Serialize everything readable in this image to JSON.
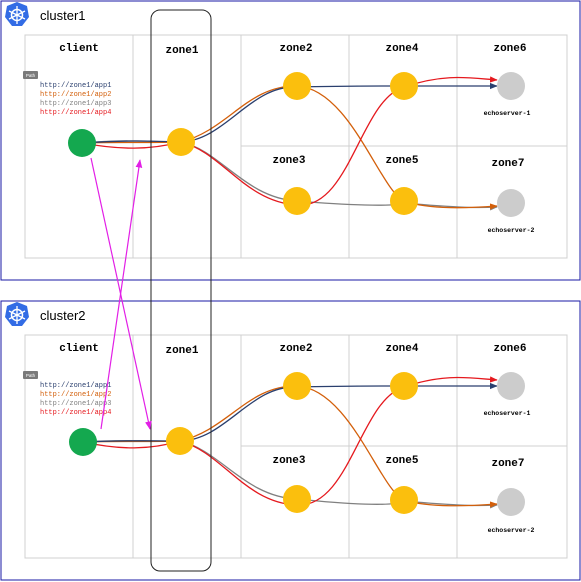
{
  "clusters": [
    {
      "name": "cluster1",
      "client_label": "client",
      "zones": [
        "zone1",
        "zone2",
        "zone4",
        "zone6",
        "zone3",
        "zone5",
        "zone7"
      ],
      "badge": "Path",
      "paths": [
        "http://zone1/app1",
        "http://zone1/app2",
        "http://zone1/app3",
        "http://zone1/app4"
      ],
      "servers": [
        "echoserver-1",
        "echoserver-2"
      ]
    },
    {
      "name": "cluster2",
      "client_label": "client",
      "zones": [
        "zone1",
        "zone2",
        "zone4",
        "zone6",
        "zone3",
        "zone5",
        "zone7"
      ],
      "badge": "Path",
      "paths": [
        "http://zone1/app1",
        "http://zone1/app2",
        "http://zone1/app3",
        "http://zone1/app4"
      ],
      "servers": [
        "echoserver-1",
        "echoserver-2"
      ]
    }
  ],
  "colors": {
    "app1": "#2a3f6e",
    "app2": "#d35f0a",
    "app3": "#808080",
    "app4": "#e5191e",
    "client": "#14a84f",
    "zone_node": "#fbbf0d",
    "server_node": "#cccccc",
    "cluster_border": "#1a1aa6",
    "cross_cluster": "#e21fe6"
  },
  "icons": [
    "kubernetes-icon"
  ]
}
